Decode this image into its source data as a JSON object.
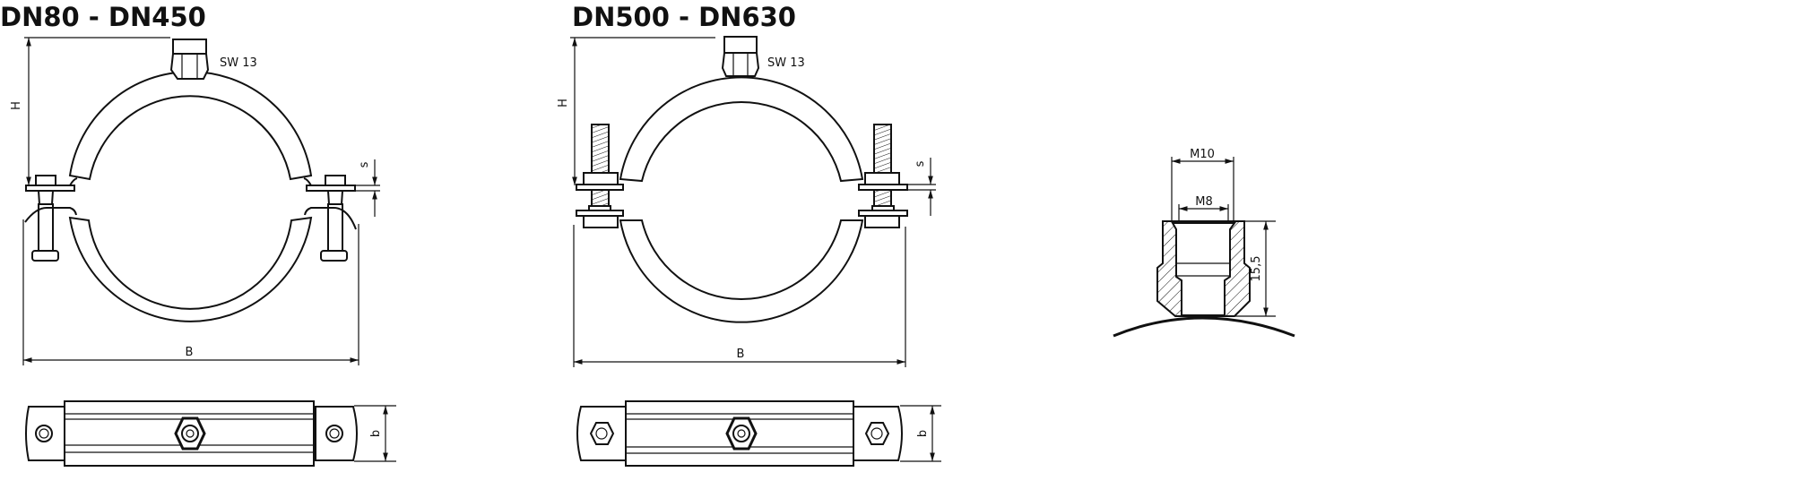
{
  "left": {
    "title": "DN80 - DN450",
    "nut_label": "SW 13",
    "height_label": "H",
    "width_label": "B",
    "thickness_label": "s",
    "band_width_label": "b"
  },
  "middle": {
    "title": "DN500 - DN630",
    "nut_label": "SW 13",
    "height_label": "H",
    "width_label": "B",
    "thickness_label": "s",
    "band_width_label": "b"
  },
  "detail": {
    "outer_thread_label": "M10",
    "inner_thread_label": "M8",
    "height_label": "15,5"
  },
  "colors": {
    "line": "#111111",
    "background": "#ffffff"
  }
}
